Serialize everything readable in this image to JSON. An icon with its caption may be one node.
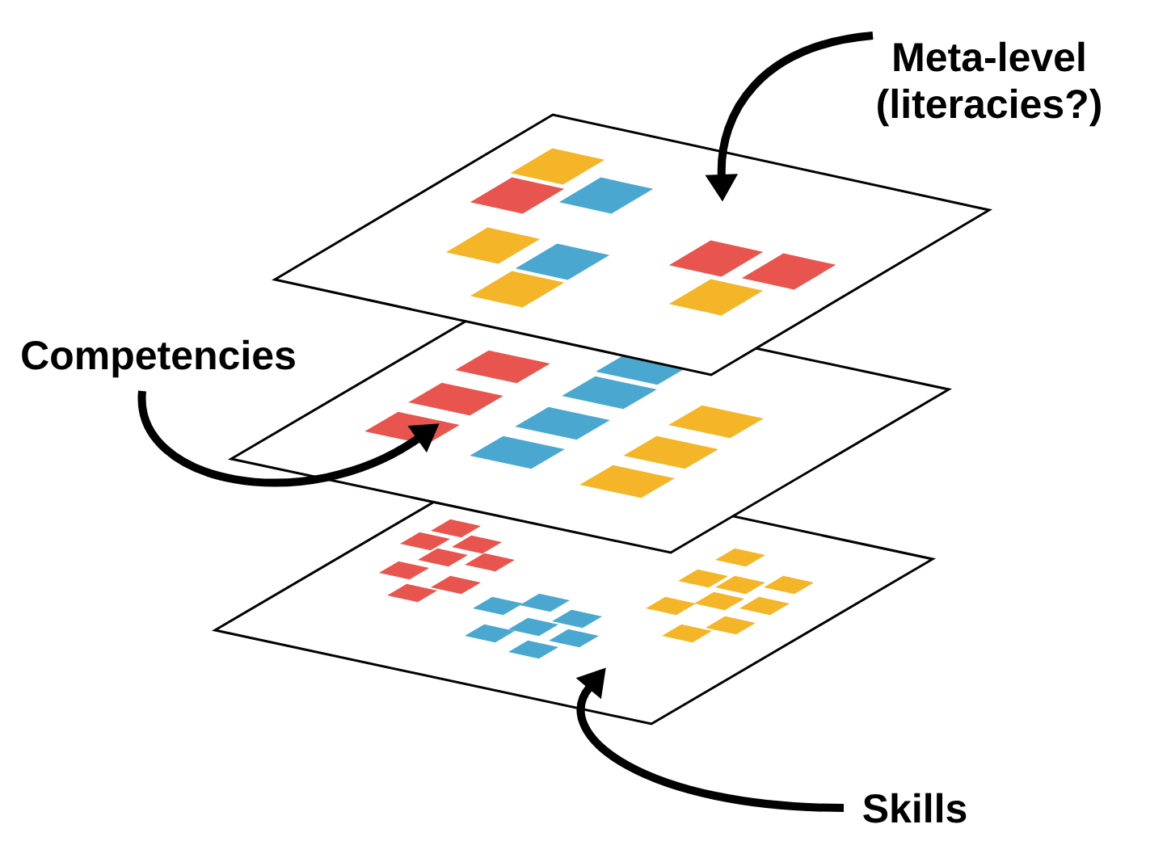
{
  "diagram": {
    "nodes": [
      {
        "text": [],
        "shape": "parallelogram"
      },
      {
        "text": [],
        "shape": "parallelogram"
      },
      {
        "text": [],
        "shape": "parallelogram"
      },
      {
        "text": [
          "Meta-level (literacies?)"
        ]
      },
      {
        "text": [
          "Competencies"
        ]
      },
      {
        "text": [
          "Skills"
        ]
      }
    ],
    "edges": [
      {
        "from": 3,
        "to": 0,
        "arrow": "to"
      },
      {
        "from": 4,
        "to": 1,
        "arrow": "to"
      },
      {
        "from": 5,
        "to": 2,
        "arrow": "to"
      }
    ]
  }
}
